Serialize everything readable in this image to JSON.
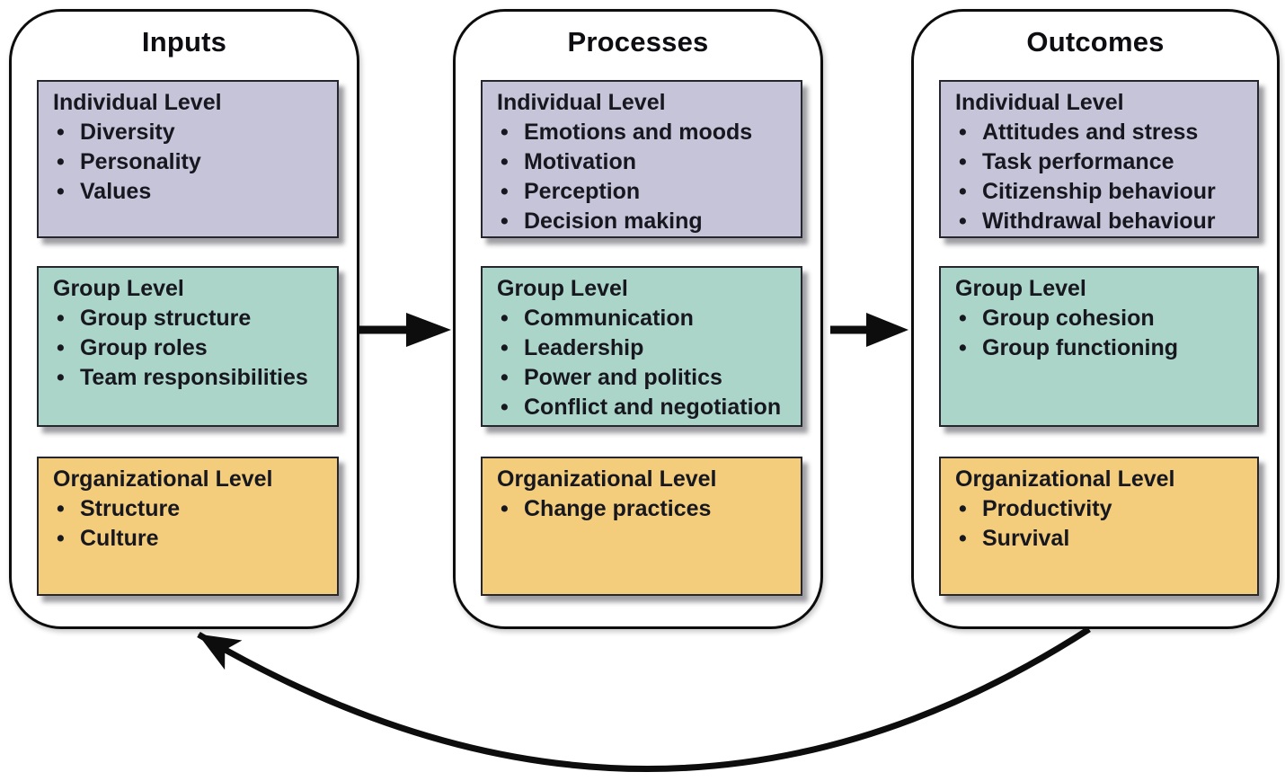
{
  "figure": {
    "type": "flow-diagram",
    "description": "Inputs, Processes and Outcomes model with individual, group and organizational levels, plus feedback loop from outcomes to inputs"
  },
  "colors": {
    "background": "#ffffff",
    "individual_level_fill": "#c5c4d9",
    "group_level_fill": "#abd5c8",
    "organizational_level_fill": "#f3cd7b",
    "panel_border": "#0d0d0d",
    "box_border": "#26262e",
    "arrow": "#0d0d0d",
    "text": "#17171f"
  },
  "panels": [
    {
      "title": "Inputs",
      "boxes": [
        {
          "title": "Individual Level",
          "items": [
            "Diversity",
            "Personality",
            "Values"
          ]
        },
        {
          "title": "Group Level",
          "items": [
            "Group structure",
            "Group roles",
            "Team responsibilities"
          ]
        },
        {
          "title": "Organizational Level",
          "items": [
            "Structure",
            "Culture"
          ]
        }
      ]
    },
    {
      "title": "Processes",
      "boxes": [
        {
          "title": "Individual Level",
          "items": [
            "Emotions and moods",
            "Motivation",
            "Perception",
            "Decision making"
          ]
        },
        {
          "title": "Group Level",
          "items": [
            "Communication",
            "Leadership",
            "Power and politics",
            "Conflict and negotiation"
          ]
        },
        {
          "title": "Organizational Level",
          "items": [
            "Change practices"
          ]
        }
      ]
    },
    {
      "title": "Outcomes",
      "boxes": [
        {
          "title": "Individual Level",
          "items": [
            "Attitudes and stress",
            "Task performance",
            "Citizenship behaviour",
            "Withdrawal behaviour"
          ]
        },
        {
          "title": "Group Level",
          "items": [
            "Group cohesion",
            "Group functioning"
          ]
        },
        {
          "title": "Organizational Level",
          "items": [
            "Productivity",
            "Survival"
          ]
        }
      ]
    }
  ],
  "arrows": [
    {
      "name": "inputs-to-processes",
      "type": "straight-right"
    },
    {
      "name": "processes-to-outcomes",
      "type": "straight-right"
    },
    {
      "name": "outcomes-feedback-to-inputs",
      "type": "curved-feedback-loop"
    }
  ]
}
